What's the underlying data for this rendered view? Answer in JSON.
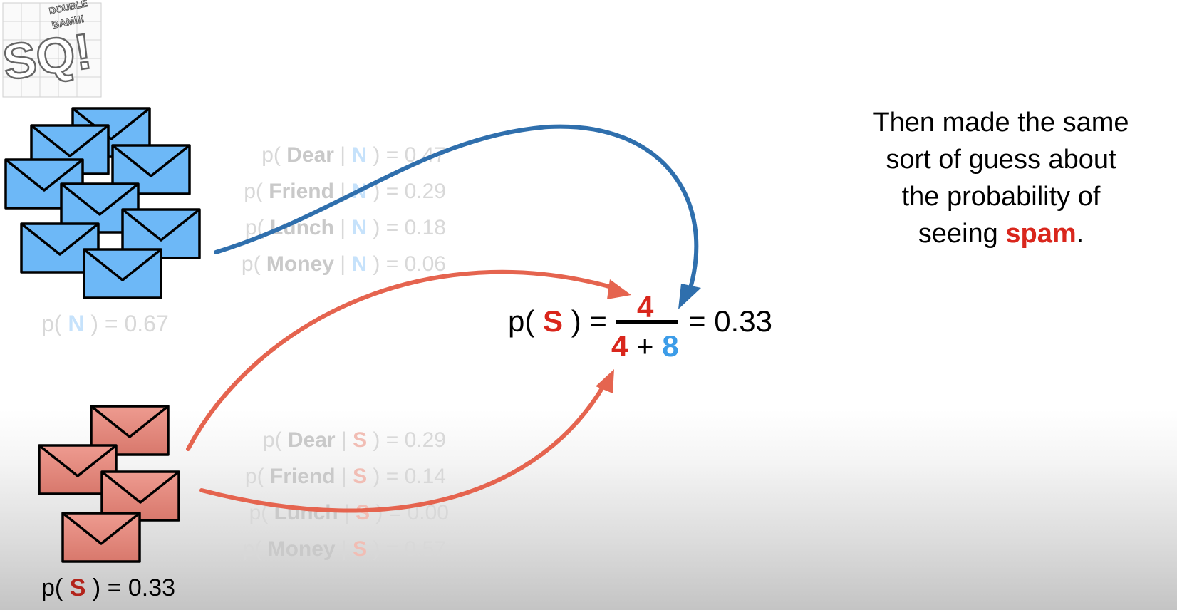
{
  "logo": {
    "text_top": "DOUBLE",
    "text_bam": "BAM!!!",
    "letters": "SQ!"
  },
  "normal_likelihoods": [
    {
      "prefix": "p( ",
      "word": "Dear",
      "given": "N",
      "value": ") = 0.47"
    },
    {
      "prefix": "p( ",
      "word": "Friend",
      "given": "N",
      "value": ") = 0.29"
    },
    {
      "prefix": "p( ",
      "word": "Lunch",
      "given": "N",
      "value": ") = 0.18"
    },
    {
      "prefix": "p( ",
      "word": "Money",
      "given": "N",
      "value": ") = 0.06"
    }
  ],
  "spam_likelihoods": [
    {
      "prefix": "p( ",
      "word": "Dear",
      "given": "S",
      "value": ") = 0.29"
    },
    {
      "prefix": "p( ",
      "word": "Friend",
      "given": "S",
      "value": ") = 0.14"
    },
    {
      "prefix": "p( ",
      "word": "Lunch",
      "given": "S",
      "value": ") = 0.00"
    },
    {
      "prefix": "p( ",
      "word": "Money",
      "given": "S",
      "value": ") = 0.57"
    }
  ],
  "prior_normal": {
    "prefix": "p( ",
    "cls": "N",
    "suffix": " ) = 0.67"
  },
  "prior_spam": {
    "prefix": "p( ",
    "cls": "S",
    "suffix": " ) = 0.33"
  },
  "equation": {
    "lhs_prefix": "p( ",
    "lhs_cls": "S",
    "lhs_suffix": " ) =",
    "numerator": "4",
    "den_a": "4",
    "den_plus": " + ",
    "den_b": "8",
    "result": "= 0.33"
  },
  "caption": {
    "line1": "Then made the same",
    "line2": "sort of guess about",
    "line3": "the probability of",
    "line4_pre": "seeing ",
    "line4_em": "spam",
    "line4_post": "."
  },
  "colors": {
    "normal_envelope": "#6db8f7",
    "spam_envelope": "#e48b80",
    "blue_arrow": "#2f6fad",
    "red_arrow": "#e5644f",
    "spam_text": "#d9261c",
    "normal_text": "#3c9ce8"
  }
}
